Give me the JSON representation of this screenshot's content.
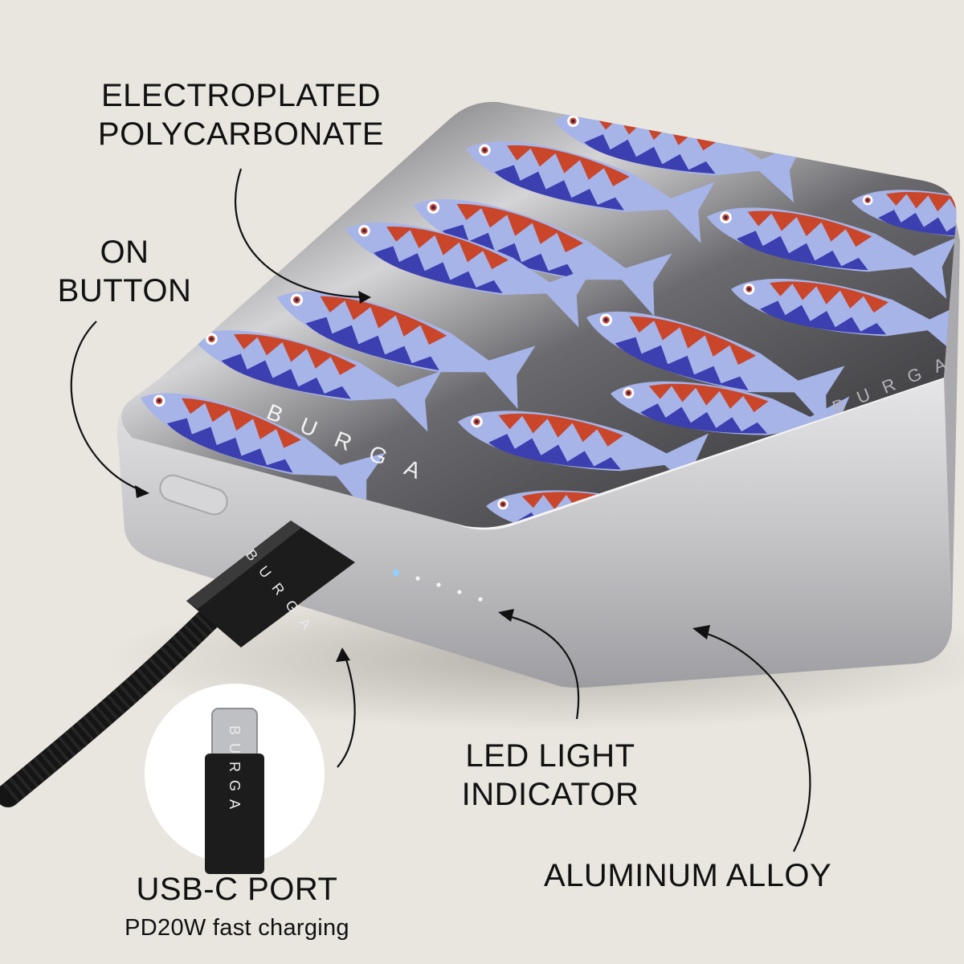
{
  "labels": {
    "electroplated": [
      "ELECTROPLATED",
      "POLYCARBONATE"
    ],
    "on_button": [
      "ON",
      "BUTTON"
    ],
    "led": [
      "LED LIGHT",
      "INDICATOR"
    ],
    "aluminum": "ALUMINUM ALLOY",
    "usb_title": "USB-C PORT",
    "usb_sub": "PD20W fast charging"
  },
  "brand": {
    "top_logo": "BURGA",
    "side_logo": "BURGA",
    "connector_logo": "BURGA",
    "inset_logo": "BURGA"
  },
  "colors": {
    "background": "#e9e6df",
    "aluminum": "#c9c9cb",
    "panel_dark": "#2b2b2e",
    "fish_body": "#a7b4e8",
    "fish_orange": "#c9462b",
    "fish_blue": "#3b3fb0",
    "led": "#8fd0ff"
  }
}
